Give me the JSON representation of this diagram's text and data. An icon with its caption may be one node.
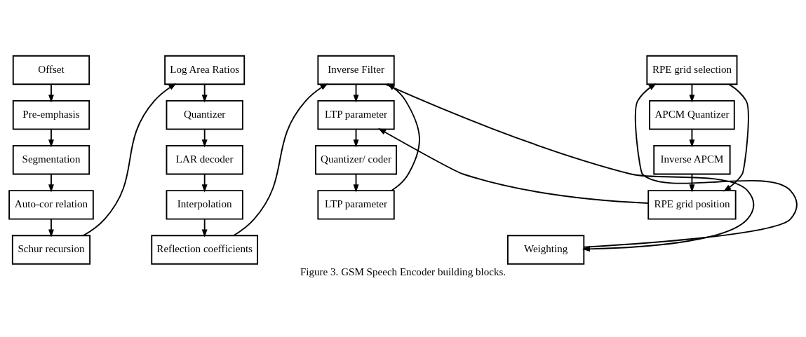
{
  "diagram": {
    "caption": "Figure 3. GSM Speech Encoder building blocks.",
    "nodes": [
      {
        "text": [
          "Offset"
        ]
      },
      {
        "text": [
          "Pre-emphasis"
        ]
      },
      {
        "text": [
          "Segmentation"
        ]
      },
      {
        "text": [
          "Auto-cor relation"
        ]
      },
      {
        "text": [
          "Schur recursion"
        ]
      },
      {
        "text": [
          "Log Area Ratios"
        ]
      },
      {
        "text": [
          "Quantizer"
        ]
      },
      {
        "text": [
          "LAR decoder"
        ]
      },
      {
        "text": [
          "Interpolation"
        ]
      },
      {
        "text": [
          "Reflection coefficients"
        ]
      },
      {
        "text": [
          "Inverse Filter"
        ]
      },
      {
        "text": [
          "LTP parameter"
        ]
      },
      {
        "text": [
          "Quantizer/ coder"
        ]
      },
      {
        "text": [
          "LTP parameter"
        ]
      },
      {
        "text": [
          "Weighting"
        ]
      },
      {
        "text": [
          "RPE grid selection"
        ]
      },
      {
        "text": [
          "APCM Quantizer"
        ]
      },
      {
        "text": [
          "Inverse APCM"
        ]
      },
      {
        "text": [
          "RPE grid position"
        ]
      }
    ],
    "edges": [
      {
        "from": 0,
        "to": 1,
        "arrow": "to"
      },
      {
        "from": 1,
        "to": 2,
        "arrow": "to"
      },
      {
        "from": 2,
        "to": 3,
        "arrow": "to"
      },
      {
        "from": 3,
        "to": 4,
        "arrow": "to"
      },
      {
        "from": 4,
        "to": 5,
        "arrow": "to"
      },
      {
        "from": 5,
        "to": 6,
        "arrow": "to"
      },
      {
        "from": 6,
        "to": 7,
        "arrow": "to"
      },
      {
        "from": 7,
        "to": 8,
        "arrow": "to"
      },
      {
        "from": 8,
        "to": 9,
        "arrow": "to"
      },
      {
        "from": 9,
        "to": 10,
        "arrow": "to"
      },
      {
        "from": 10,
        "to": 11,
        "arrow": "to"
      },
      {
        "from": 11,
        "to": 12,
        "arrow": "to"
      },
      {
        "from": 12,
        "to": 13,
        "arrow": "to"
      },
      {
        "from": 13,
        "to": 10,
        "arrow": "to"
      },
      {
        "from": 10,
        "to": 14,
        "arrow": "to"
      },
      {
        "from": 14,
        "to": 15,
        "arrow": "to"
      },
      {
        "from": 15,
        "to": 16,
        "arrow": "to"
      },
      {
        "from": 16,
        "to": 17,
        "arrow": "to"
      },
      {
        "from": 17,
        "to": 18,
        "arrow": "to"
      },
      {
        "from": 15,
        "to": 18,
        "arrow": "to"
      },
      {
        "from": 18,
        "to": 11,
        "arrow": "to"
      }
    ]
  }
}
